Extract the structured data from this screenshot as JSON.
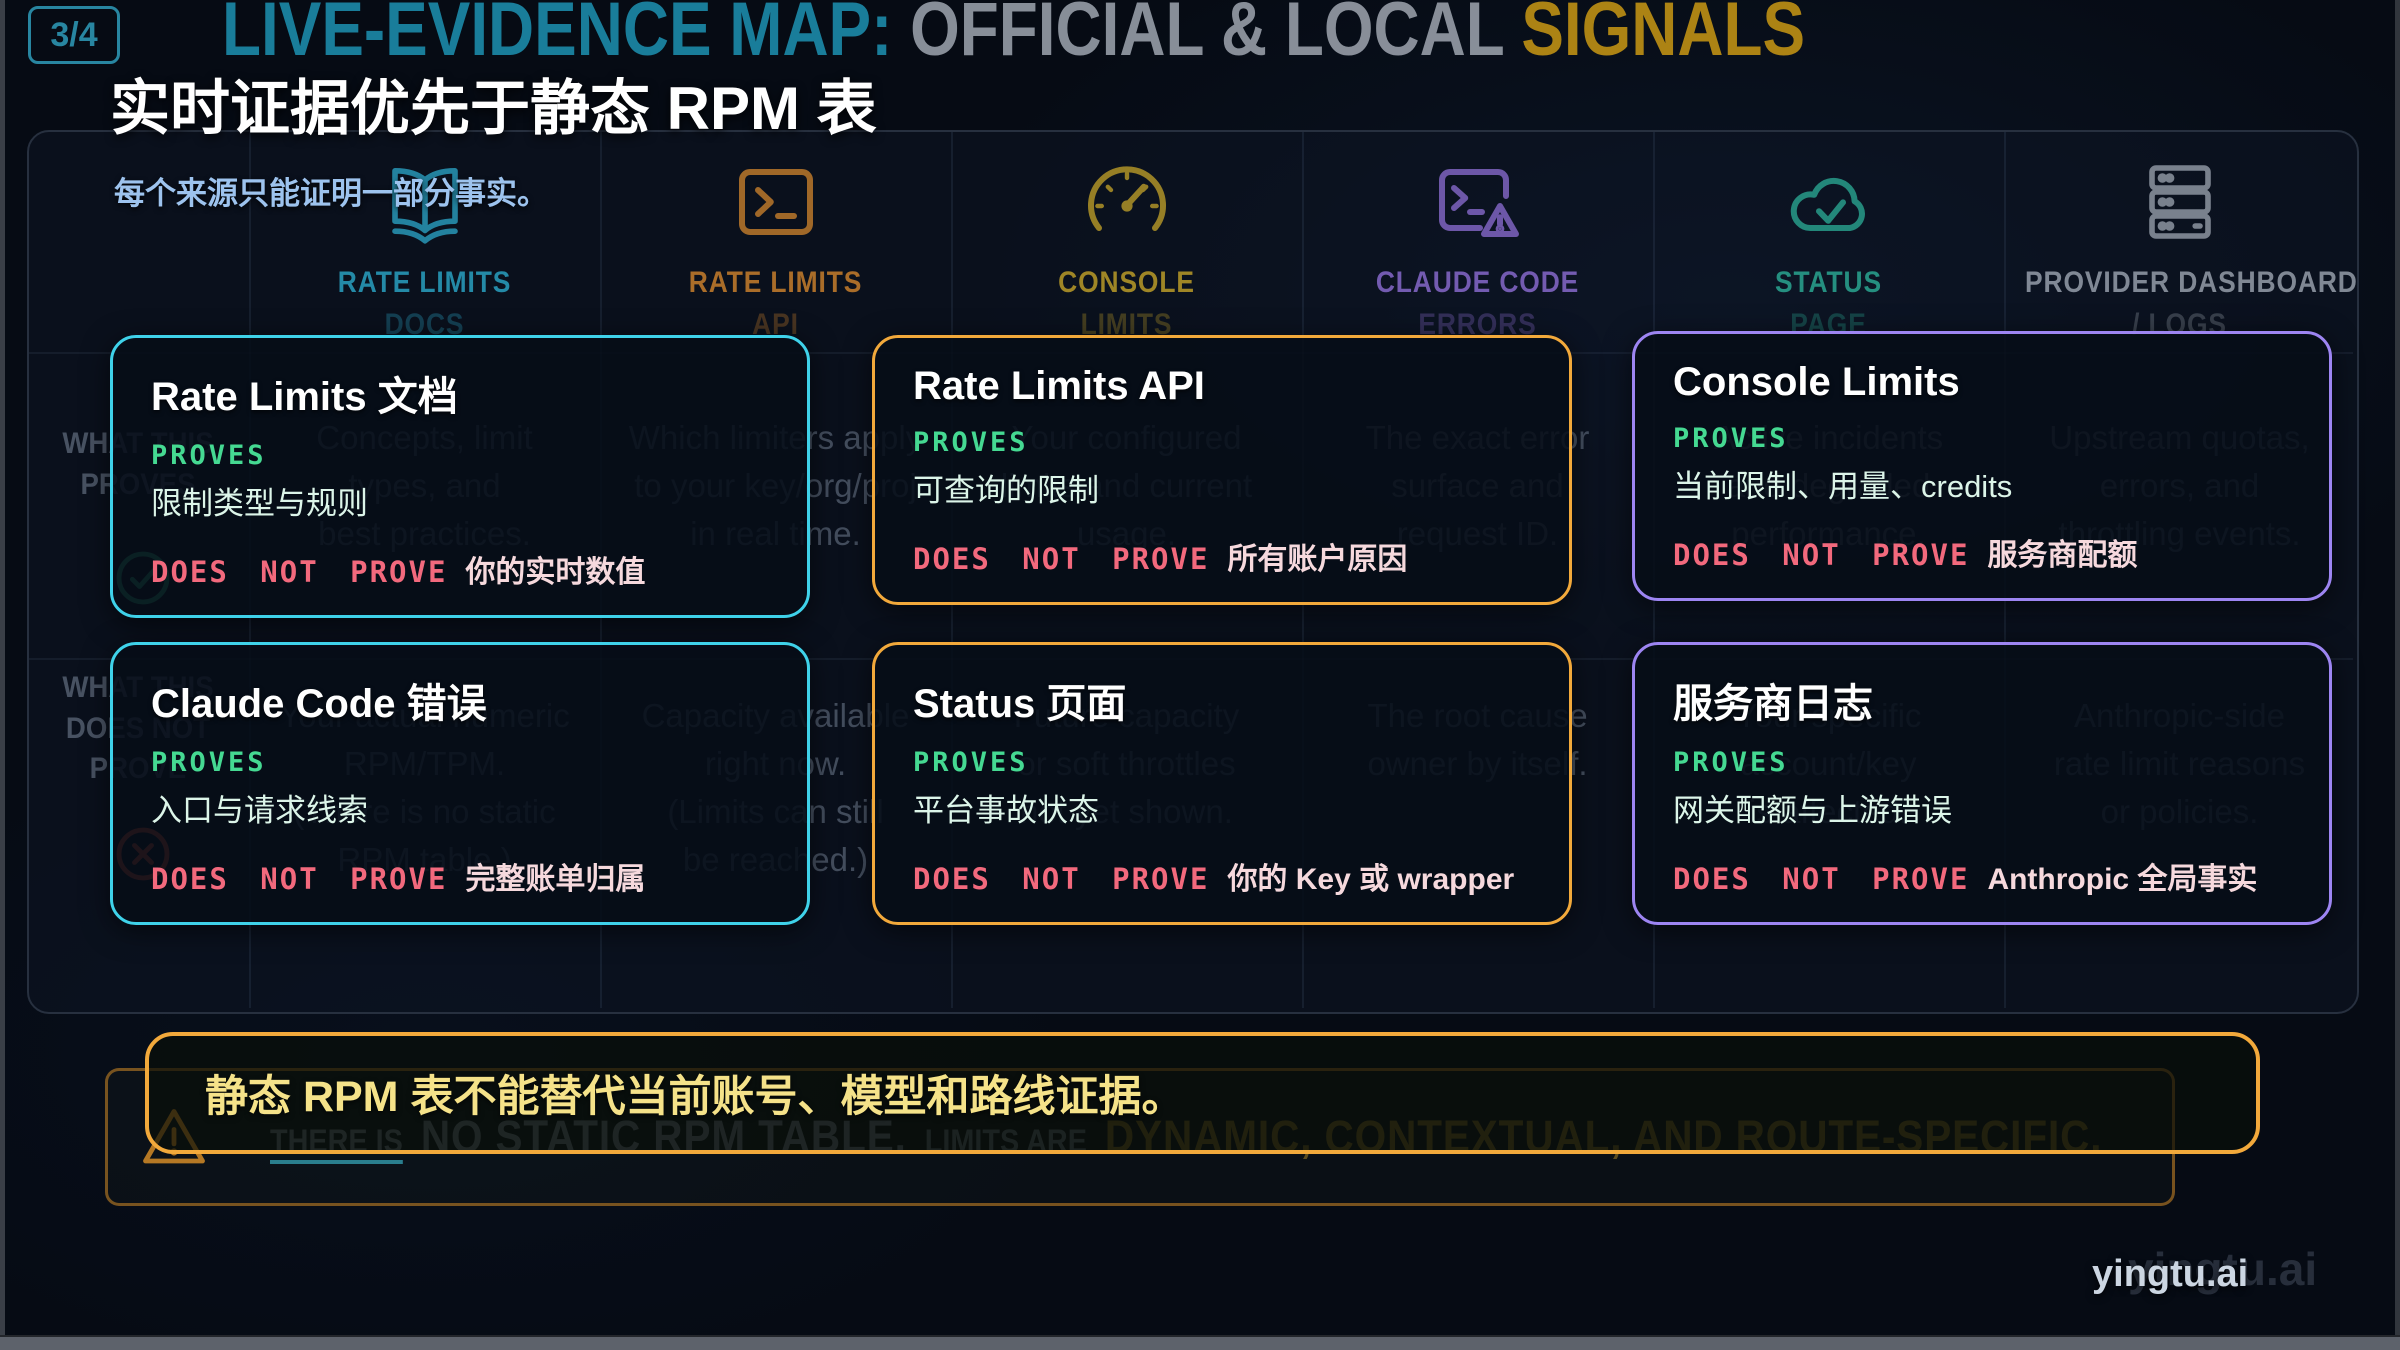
{
  "background": {
    "page_badge": "3/4",
    "title_teal": "LIVE-EVIDENCE MAP: ",
    "title_gray": "OFFICIAL & LOCAL ",
    "title_gold": "SIGNALS",
    "watermark": "yingtu.ai",
    "banner": {
      "prefix": "THERE IS",
      "main": "NO STATIC RPM TABLE.",
      "mid": "LIMITS ARE",
      "tail": "DYNAMIC, CONTEXTUAL, AND ROUTE-SPECIFIC."
    },
    "table": {
      "columns": [
        {
          "line1": "RATE LIMITS",
          "line2": "DOCS",
          "color": "#2fb9dd",
          "icon": "book-icon"
        },
        {
          "line1": "RATE LIMITS",
          "line2": "API",
          "color": "#e8922f",
          "icon": "terminal-icon"
        },
        {
          "line1": "CONSOLE",
          "line2": "LIMITS",
          "color": "#d9b32a",
          "icon": "gauge-icon"
        },
        {
          "line1": "CLAUDE CODE",
          "line2": "ERRORS",
          "color": "#9c78e8",
          "icon": "terminal-alert-icon"
        },
        {
          "line1": "STATUS",
          "line2": "PAGE",
          "color": "#2fbfa4",
          "icon": "cloud-check-icon"
        },
        {
          "line1": "PROVIDER DASHBOARD",
          "line2": "/ LOGS",
          "color": "#aeb6c2",
          "icon": "server-icon"
        }
      ],
      "rows": [
        {
          "label": "WHAT THIS\nPROVES",
          "icon": "check-circle-icon",
          "cells": [
            "Concepts, limit\ntypes, and\nbest practices.",
            "Which limiters apply\nto your key/org/proj\nin real time.",
            "Your configured\nlimits and current\nusage.",
            "The exact error\nsurface and\nrequest ID.",
            "Active incidents\nand degraded\nperformance.",
            "Upstream quotas,\nerrors, and\nthrottling events."
          ]
        },
        {
          "label": "WHAT THIS\nDOES NOT\nPROVE",
          "icon": "x-circle-icon",
          "cells": [
            "Your actual numeric\nRPM/TPM.\n(There is no static\nRPM table.)",
            "Capacity available\nright now.\n(Limits can still\nbe reached.)",
            "Future capacity\nor soft throttles\nnot yet shown.",
            "The root cause\nowner by itself.",
            "Your specific\naccount/key\nis affected.",
            "Anthropic-side\nrate limit reasons\nor policies."
          ]
        }
      ]
    }
  },
  "overlay": {
    "title": "实时证据优先于静态 RPM 表",
    "subtitle": "每个来源只能证明一部分事实。",
    "cards": [
      {
        "title": "Rate Limits 文档",
        "proves_label": "PROVES",
        "proves_text": "限制类型与规则",
        "not_label": "DOES NOT PROVE",
        "not_text": "你的实时数值",
        "accent": "#3fd2ea"
      },
      {
        "title": "Rate Limits API",
        "proves_label": "PROVES",
        "proves_text": "可查询的限制",
        "not_label": "DOES NOT PROVE",
        "not_text": "所有账户原因",
        "accent": "#f2a93b"
      },
      {
        "title": "Console Limits",
        "proves_label": "PROVES",
        "proves_text": "当前限制、用量、credits",
        "not_label": "DOES NOT PROVE",
        "not_text": "服务商配额",
        "accent": "#9d85f2"
      },
      {
        "title": "Claude Code 错误",
        "proves_label": "PROVES",
        "proves_text": "入口与请求线索",
        "not_label": "DOES NOT PROVE",
        "not_text": "完整账单归属",
        "accent": "#3fd2ea"
      },
      {
        "title": "Status 页面",
        "proves_label": "PROVES",
        "proves_text": "平台事故状态",
        "not_label": "DOES NOT PROVE",
        "not_text": "你的 Key 或 wrapper",
        "accent": "#f2a93b"
      },
      {
        "title": "服务商日志",
        "proves_label": "PROVES",
        "proves_text": "网关配额与上游错误",
        "not_label": "DOES NOT PROVE",
        "not_text": "Anthropic 全局事实",
        "accent": "#9d85f2"
      }
    ],
    "callout": "静态 RPM 表不能替代当前账号、模型和路线证据。",
    "watermark": "yingtu.ai",
    "colors": {
      "proves_green": "#45d992",
      "not_pink": "#f2697d",
      "callout_gold": "#f2a93b"
    }
  }
}
